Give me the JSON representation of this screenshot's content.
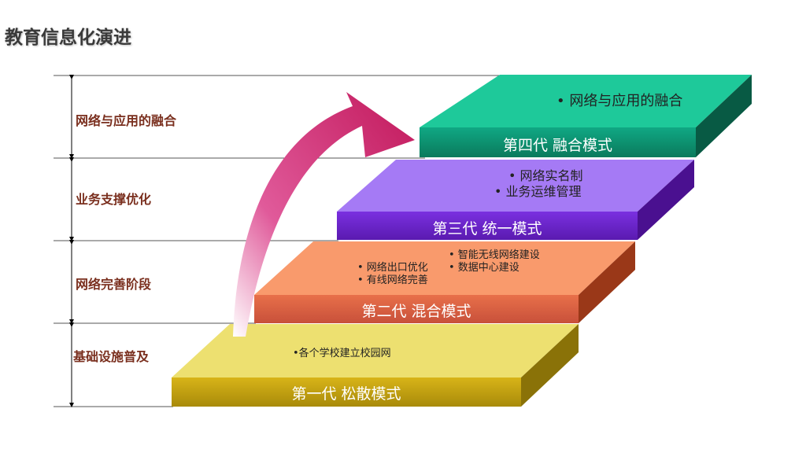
{
  "title": "教育信息化演进",
  "stages": [
    {
      "label": "网络与应用的融合"
    },
    {
      "label": "业务支撑优化"
    },
    {
      "label": "网络完善阶段"
    },
    {
      "label": "基础设施普及"
    }
  ],
  "steps": [
    {
      "name": "第一代  松散模式",
      "bullets": [
        "•各个学校建立校园网"
      ],
      "color": "#e8cc30"
    },
    {
      "name": "第二代  混合模式",
      "bullets_left": [
        "• 网络出口优化",
        "• 有线网络完善"
      ],
      "bullets_right": [
        "• 智能无线网络建设",
        "• 数据中心建设"
      ],
      "color": "#f0845a"
    },
    {
      "name": "第三代  统一模式",
      "bullets": [
        "• 网络实名制",
        "• 业务运维管理"
      ],
      "color": "#8a4cf0"
    },
    {
      "name": "第四代  融合模式",
      "bullets": [
        "• 网络与应用的融合"
      ],
      "color": "#12c094"
    }
  ],
  "arrow_color": "#c21870"
}
